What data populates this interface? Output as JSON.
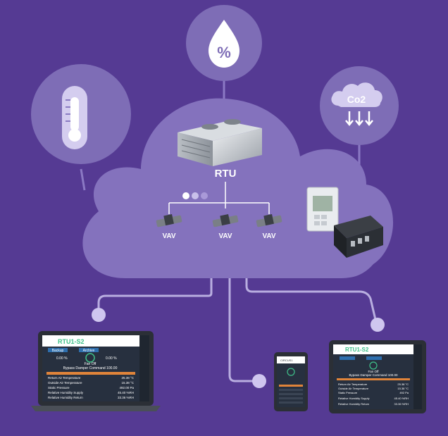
{
  "diagram": {
    "hub": {
      "label": "RTU"
    },
    "vav_units": [
      {
        "label": "VAV"
      },
      {
        "label": "VAV"
      },
      {
        "label": "VAV"
      }
    ],
    "sensors": [
      {
        "icon": "thermometer-icon"
      },
      {
        "icon": "humidity-drop-icon",
        "symbol": "%"
      },
      {
        "icon": "co2-cloud-icon",
        "symbol": "Co2"
      }
    ],
    "devices": {
      "laptop": {
        "title": "RTU1-S2",
        "tabs": [
          "Backup",
          "Archive"
        ],
        "status": [
          "0.00 %",
          "0.00 %"
        ],
        "mode": "Fan Off",
        "command": "Bypass Damper Command  100.00",
        "rows": [
          {
            "label": "Return Air Temperature",
            "value": "25.38 °C"
          },
          {
            "label": "Outside Air Temperature",
            "value": "15.38 °C"
          },
          {
            "label": "Static Pressure",
            "value": "492.00 Pa"
          },
          {
            "label": "Relative Humidity Supply",
            "value": "45.40 %RH"
          },
          {
            "label": "Relative Humidity Return",
            "value": "33.36 %RH"
          }
        ]
      },
      "phone": {
        "title": "CIRCUS1"
      },
      "tablet": {
        "title": "RTU1-S2",
        "mode": "Fan Off",
        "command": "Bypass Damper Command  100.00",
        "rows": [
          {
            "label": "Return Air Temperature",
            "value": "25.38 °C"
          },
          {
            "label": "Outside Air Temperature",
            "value": "15.38 °C"
          },
          {
            "label": "Static Pressure",
            "value": "492 Pa"
          },
          {
            "label": "Relative Humidity Supply",
            "value": "45.40 %RH"
          },
          {
            "label": "Relative Humidity Return",
            "value": "33.36 %RH"
          }
        ]
      }
    },
    "colors": {
      "background": "#553a93",
      "cloud": "#8472bd",
      "bubble": "#7e6db6",
      "connector": "#b9aee0",
      "screen_bg": "#27303f",
      "screen_header": "#ffffff",
      "accent_green": "#3fc18a",
      "accent_blue": "#2e6fae",
      "accent_orange": "#e0843a"
    }
  }
}
